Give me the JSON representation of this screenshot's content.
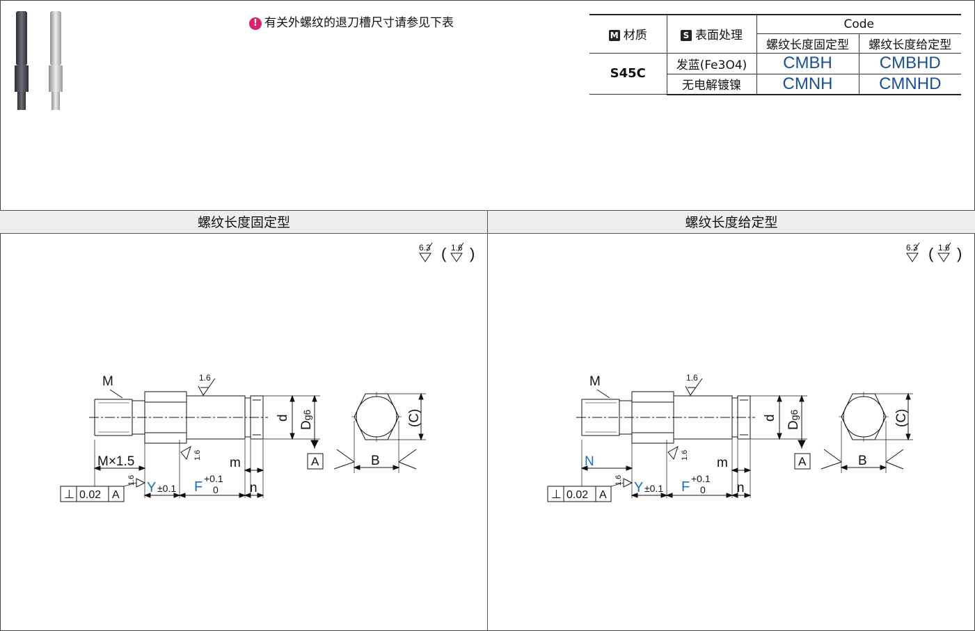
{
  "notice": {
    "icon": "exclamation-icon",
    "text": "有关外螺纹的退刀槽尺寸请参见下表"
  },
  "table": {
    "material_header": "材质",
    "material_badge": "M",
    "surface_header": "表面处理",
    "surface_badge": "S",
    "code_header": "Code",
    "fixed_header": "螺纹长度固定型",
    "config_header": "螺纹长度给定型",
    "material": "S45C",
    "rows": [
      {
        "surface": "发蓝(Fe3O4)",
        "fixed": "CMBH",
        "config": "CMBHD"
      },
      {
        "surface": "无电解镀镍",
        "fixed": "CMNH",
        "config": "CMNHD"
      }
    ]
  },
  "panels": [
    {
      "title": "螺纹长度固定型",
      "thread_label": "M×1.5"
    },
    {
      "title": "螺纹长度给定型",
      "thread_label": "N"
    }
  ],
  "labels": {
    "M": "M",
    "d": "d",
    "D": "D",
    "g6": "g6",
    "C": "(C)",
    "B": "B",
    "A": "A",
    "m": "m",
    "n": "n",
    "Y": "Y",
    "F": "F",
    "tol_y": "±0.1",
    "tol_f_plus": "+0.1",
    "tol_f_zero": "0",
    "perp": "⊥",
    "perp_value": "0.02",
    "rough_main": "6.3",
    "rough_alt": "1.6"
  },
  "colors": {
    "accent_blue": "#1a6fc4",
    "code_blue": "#1a4f95",
    "notice_pink": "#d6246e"
  }
}
